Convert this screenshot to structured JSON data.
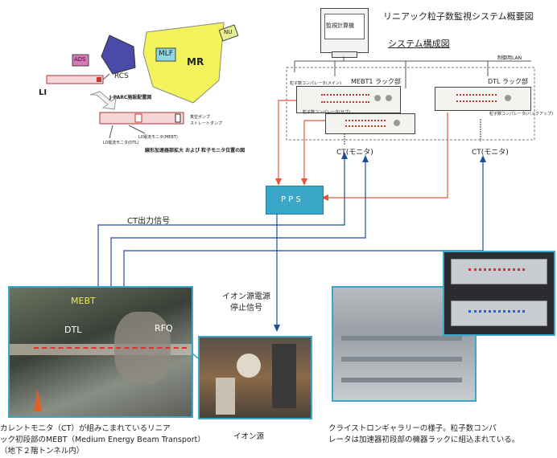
{
  "header": {
    "title": "リニアック粒子数監視システム概要図",
    "system_title": "システム構成図",
    "monitor_pc": "監視計算機",
    "lan_label": "制御用LAN"
  },
  "facility": {
    "ads": "ADS",
    "rcs": "RCS",
    "mlf": "MLF",
    "mr": "MR",
    "nu": "NU",
    "li": "LI",
    "map_caption": "J-PARC施設配置図",
    "detail_caption": "線形加速器部拡大 および 粒子モニタ位置の図",
    "detail_labels": [
      "真空ポンプ",
      "ストレートダンプ",
      "L0電流モニタ(MEBT)",
      "L0電流モニタ(DTL)"
    ]
  },
  "racks": {
    "mebt_title": "MEBT1 ラック部",
    "mebt_main": "粒子数コンパレータ(メイン)",
    "mebt_sub": "粒子数コンパレータ(サブ)",
    "dtl_title": "DTL ラック部",
    "dtl_backup": "粒子数コンパレータ(バックアップ)",
    "ct_monitor_1": "CT(モニタ)",
    "ct_monitor_2": "CT(モニタ)"
  },
  "signals": {
    "pps": "P P S",
    "ct_output": "CT出力信号",
    "ion_stop_1": "イオン源電源",
    "ion_stop_2": "停止信号"
  },
  "photos": {
    "tunnel_labels": [
      "MEBT",
      "DTL",
      "RFQ"
    ],
    "tunnel_caption_1": "カレントモニタ（CT）が組みこまれているリニア",
    "tunnel_caption_2": "ック初段部のMEBT（Medium Energy Beam Transport）",
    "tunnel_caption_3": "（地下２階トンネル内）",
    "ion_caption": "イオン源",
    "klystron_caption_1": "クライストロンギャラリーの様子。粒子数コンパ",
    "klystron_caption_2": "レータは加速器初段部の機器ラックに組込まれている。"
  },
  "colors": {
    "ct_signal": "#1a4f9c",
    "stop_signal": "#e8543a",
    "pps_box": "#3aa6c8",
    "rcs": "#4a4aa8",
    "mr": "#f2f25a",
    "photo_border": "#3aa6c8"
  }
}
